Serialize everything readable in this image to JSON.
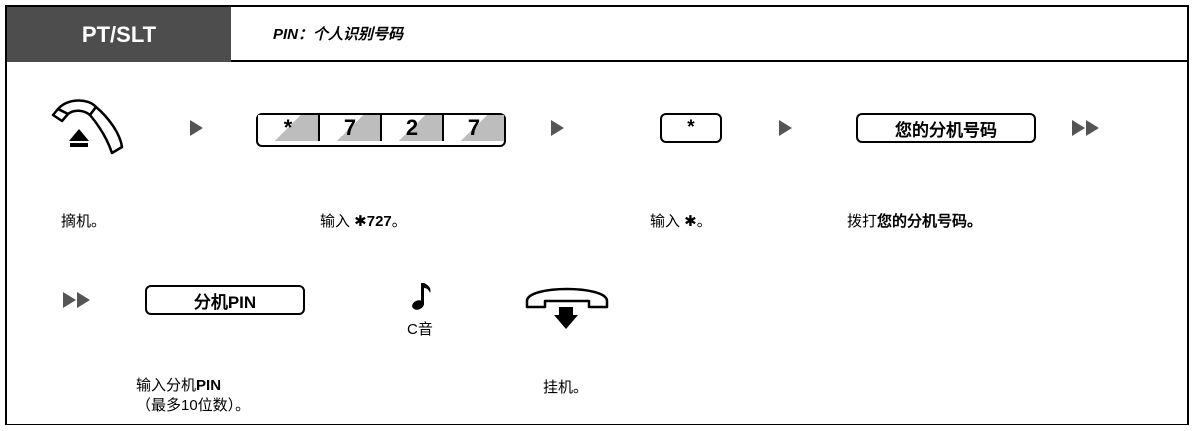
{
  "header": {
    "title": "PT/SLT",
    "subtitle": "PIN：个人识别号码"
  },
  "row1": {
    "keys": [
      "*",
      "7",
      "2",
      "7"
    ],
    "star_key": "*",
    "extension_key": "您的分机号码",
    "steps": {
      "offhook": "摘机。",
      "enter_727_prefix": "输入 ",
      "enter_727_value": "✱727",
      "enter_727_suffix": "。",
      "enter_star_prefix": "输入 ",
      "enter_star_value": "✱",
      "enter_star_suffix": "。",
      "dial_prefix": "拨打",
      "dial_bold": "您的分机号码。"
    }
  },
  "row2": {
    "pin_key": "分机PIN",
    "tone_label": "C音",
    "steps": {
      "pin_line1_prefix": "输入分机",
      "pin_line1_bold": "PIN",
      "pin_line2": "（最多10位数）。",
      "onhook": "挂机。"
    }
  },
  "colors": {
    "header_bg": "#4d4d4d",
    "arrow": "#555555",
    "key_shade": "#bdbdbd"
  },
  "icons": [
    "handset-offhook-icon",
    "arrow-right-icon",
    "double-arrow-icon",
    "music-note-icon",
    "handset-onhook-icon"
  ]
}
